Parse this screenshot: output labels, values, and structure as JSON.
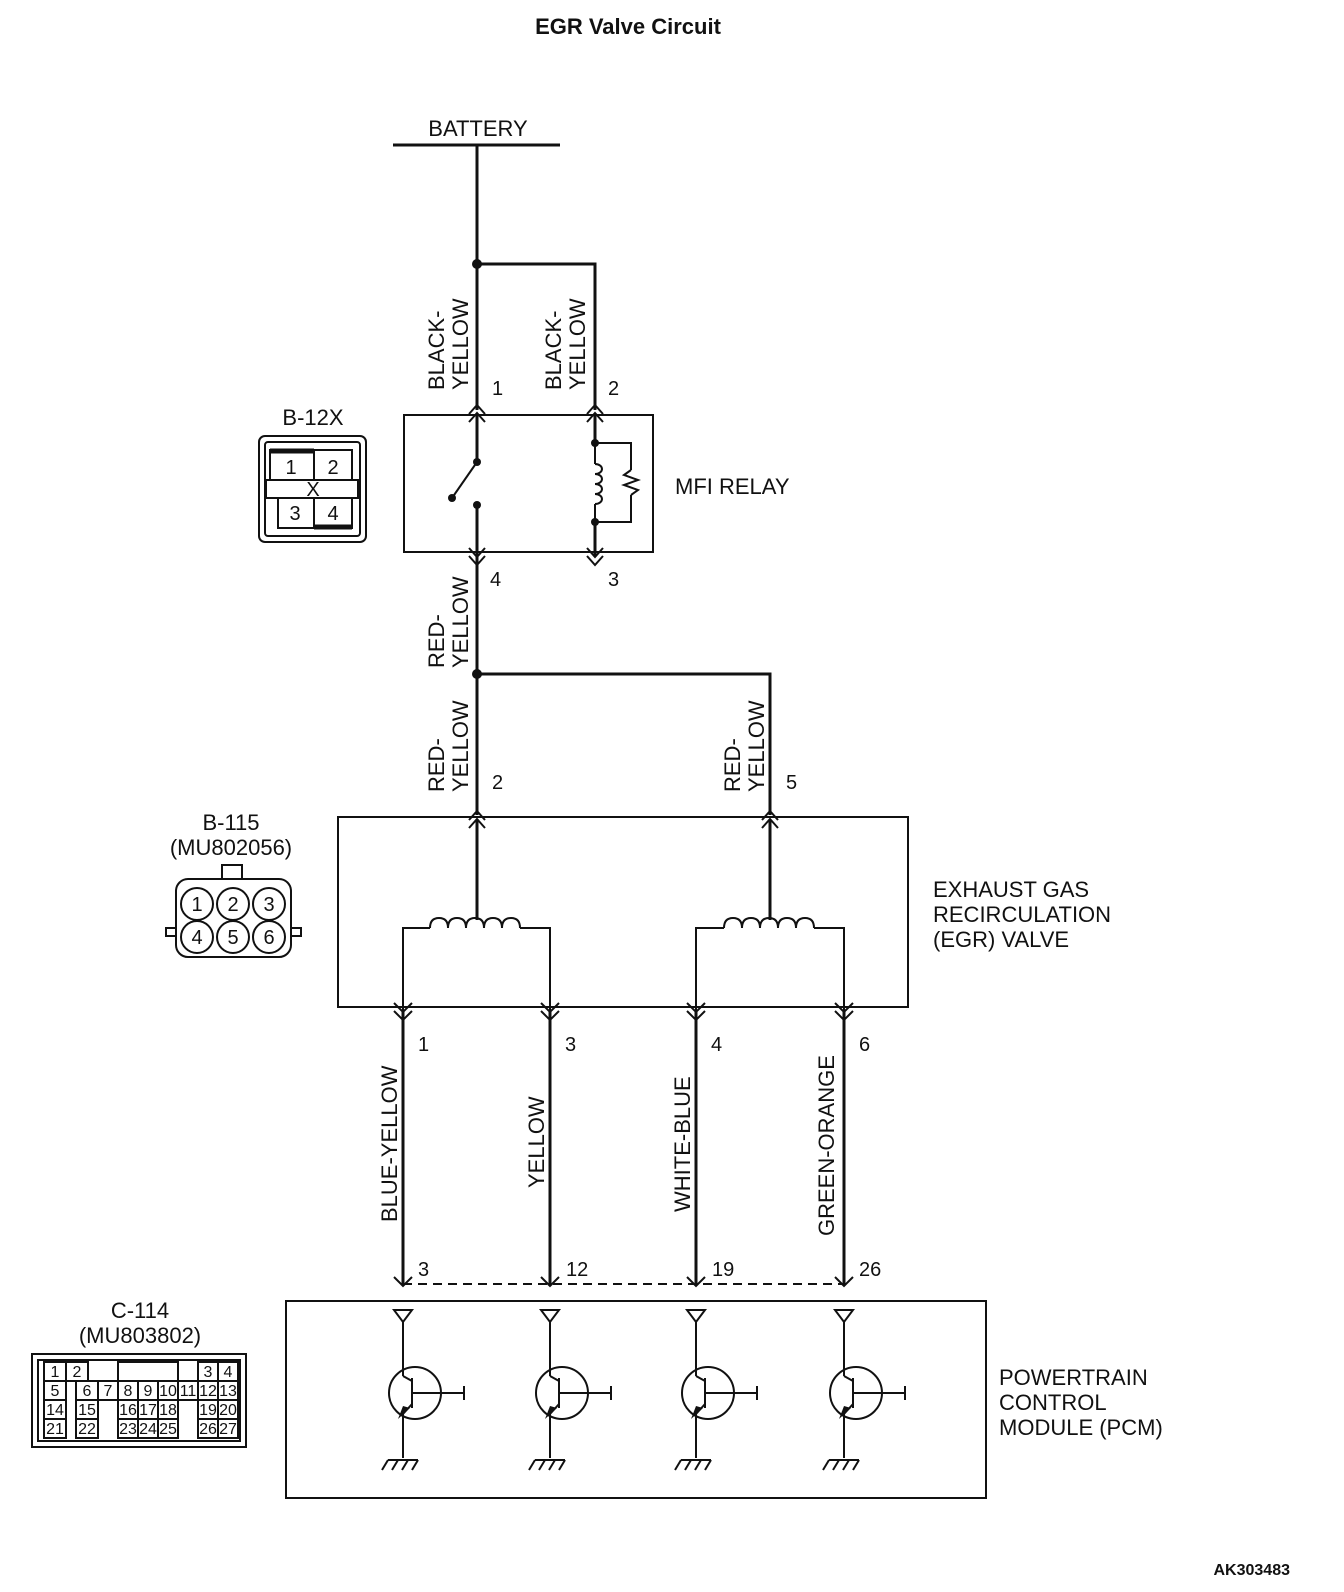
{
  "title": "EGR Valve Circuit",
  "figure_code": "AK303483",
  "source": {
    "label": "BATTERY"
  },
  "relay": {
    "name": "MFI RELAY",
    "connector": "B-12X",
    "connector_pins": [
      "1",
      "2",
      "3",
      "4"
    ],
    "connector_mid": "X",
    "pins": {
      "p1": "1",
      "p2": "2",
      "p3": "3",
      "p4": "4"
    }
  },
  "valve": {
    "name_lines": [
      "EXHAUST GAS",
      "RECIRCULATION",
      "(EGR) VALVE"
    ],
    "connector": "B-115",
    "part": "(MU802056)",
    "connector_pins": [
      "1",
      "2",
      "3",
      "4",
      "5",
      "6"
    ],
    "pins": {
      "p2": "2",
      "p5": "5",
      "p1": "1",
      "p3": "3",
      "p4": "4",
      "p6": "6"
    }
  },
  "pcm": {
    "name_lines": [
      "POWERTRAIN",
      "CONTROL",
      "MODULE (PCM)"
    ],
    "connector": "C-114",
    "part": "(MU803802)",
    "pins": {
      "p3": "3",
      "p12": "12",
      "p19": "19",
      "p26": "26"
    },
    "connector_rows": [
      [
        "1",
        "2",
        "",
        "3",
        "4"
      ],
      [
        "5",
        "6",
        "7",
        "8",
        "9",
        "10",
        "11",
        "12",
        "13"
      ],
      [
        "14",
        "15",
        "16",
        "17",
        "18",
        "19",
        "20"
      ],
      [
        "21",
        "22",
        "23",
        "24",
        "25",
        "26",
        "27"
      ]
    ]
  },
  "wires": {
    "bat_relay1": [
      "BLACK-",
      "YELLOW"
    ],
    "bat_relay2": [
      "BLACK-",
      "YELLOW"
    ],
    "relay4_out": [
      "RED-",
      "YELLOW"
    ],
    "valve2_in": [
      "RED-",
      "YELLOW"
    ],
    "valve5_in": [
      "RED-",
      "YELLOW"
    ],
    "w1": "BLUE-YELLOW",
    "w3": "YELLOW",
    "w4": "WHITE-BLUE",
    "w6": "GREEN-ORANGE"
  }
}
